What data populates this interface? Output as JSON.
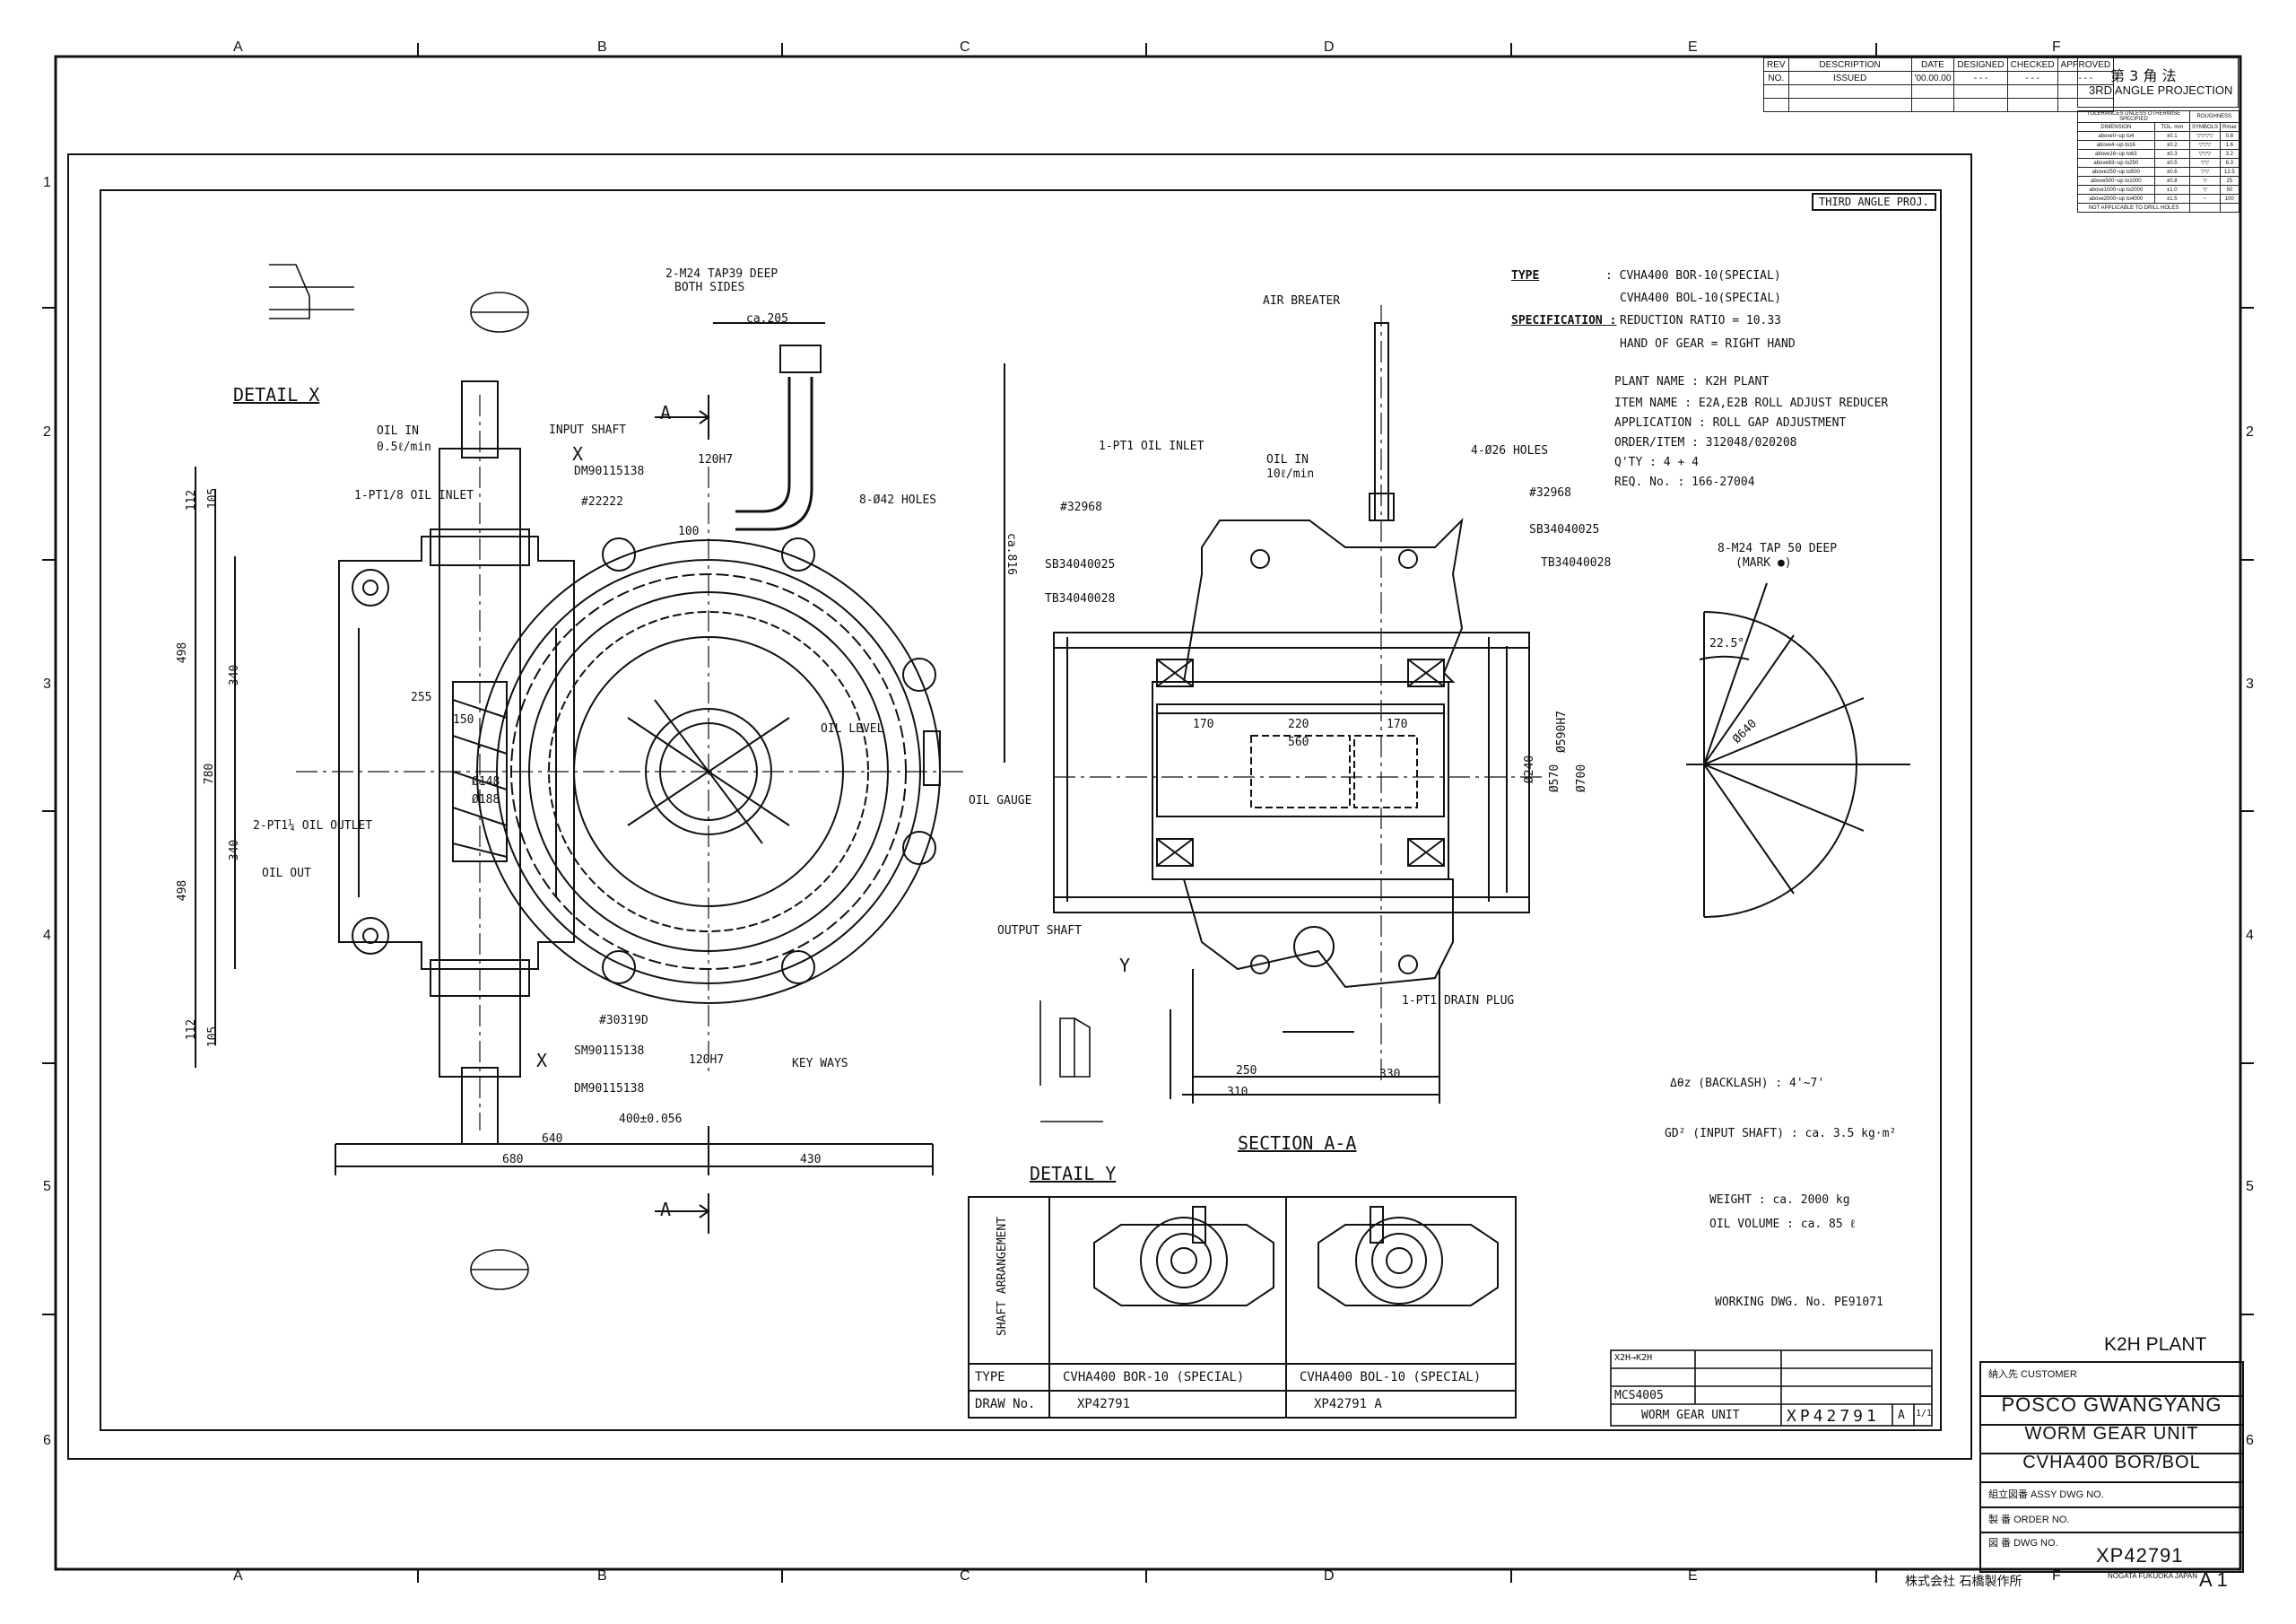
{
  "sheet": {
    "zone_letters": [
      "A",
      "B",
      "C",
      "D",
      "E",
      "F"
    ],
    "zone_numbers": [
      "1",
      "2",
      "3",
      "4",
      "5",
      "6"
    ],
    "sheet_size": "A 1",
    "maker": "株式会社 石橋製作所",
    "maker_en": "NOGATA FUKUOKA JAPAN"
  },
  "revision": {
    "headers": [
      "REV",
      "DESCRIPTION",
      "DATE",
      "DESIGNED",
      "CHECKED",
      "APPROVED"
    ],
    "row": [
      "NO.",
      "ISSUED",
      "'00.00.00",
      "- - -",
      "- - -",
      "- - -"
    ]
  },
  "projection": {
    "jp": "第 3 角 法",
    "en": "3RD ANGLE PROJECTION"
  },
  "tolerances": {
    "title": "TOLERANCES UNLESS OTHERWISE SPECIFIED",
    "roughness": "ROUGHNESS",
    "headers": [
      "DIMENSION",
      "TOL. mm",
      "SYMBOLS",
      "Rmax"
    ],
    "rows": [
      [
        "above0~up to4",
        "±0.1",
        "▽▽▽▽",
        "0.8"
      ],
      [
        "above4~up to16",
        "±0.2",
        "▽▽▽",
        "1.6"
      ],
      [
        "above16~up to63",
        "±0.3",
        "▽▽▽",
        "3.2"
      ],
      [
        "above63~up to250",
        "±0.5",
        "▽▽",
        "6.3"
      ],
      [
        "above250~up to500",
        "±0.6",
        "▽▽",
        "12.5"
      ],
      [
        "above500~up to1000",
        "±0.8",
        "▽",
        "25"
      ],
      [
        "above1000~up to2000",
        "±1.0",
        "▽",
        "50"
      ],
      [
        "above2000~up to4000",
        "±1.5",
        "~",
        "100"
      ]
    ],
    "note": "NOT APPLICABLE TO DRILL HOLES"
  },
  "drawing": {
    "third_angle": "THIRD ANGLE PROJ.",
    "detail_x": "DETAIL X",
    "detail_y": "DETAIL Y",
    "section_aa": "SECTION A-A",
    "spec": {
      "type_label": "TYPE",
      "type1": ": CVHA400 BOR-10(SPECIAL)",
      "type2": "CVHA400 BOL-10(SPECIAL)",
      "spec_label": "SPECIFICATION :",
      "ratio": "REDUCTION RATIO = 10.33",
      "hand": "HAND OF GEAR = RIGHT HAND",
      "plant": "PLANT NAME : K2H PLANT",
      "item": "ITEM NAME : E2A,E2B ROLL ADJUST REDUCER",
      "application": "APPLICATION : ROLL GAP ADJUSTMENT",
      "order": "ORDER/ITEM : 312048/020208",
      "qty": "Q'TY : 4 + 4",
      "req": "REQ. No. : 166-27004"
    },
    "tap": "8-M24 TAP 50 DEEP",
    "tap_mark": "(MARK ●)",
    "backlash": "Δθz (BACKLASH) : 4'~7'",
    "gd2": "GD² (INPUT SHAFT) : ca. 3.5 kg·m²",
    "weight": "WEIGHT : ca. 2000 kg",
    "oil_volume": "OIL VOLUME : ca. 85 ℓ",
    "working_dwg": "WORKING DWG. No. PE91071",
    "labels": {
      "oil_in": "OIL IN",
      "oil_in_rate": "0.5ℓ/min",
      "input_shaft": "INPUT SHAFT",
      "oil_inlet": "1-PT1/8 OIL INLET",
      "tap39": "2-M24 TAP39 DEEP",
      "both_sides": "BOTH SIDES",
      "holes": "8-Ø42 HOLES",
      "oil_gauge": "OIL GAUGE",
      "oil_level": "OIL LEVEL",
      "oil_outlet": "2-PT1¼ OIL OUTLET",
      "oil_out": "OIL OUT",
      "key_ways": "KEY WAYS",
      "air_breater": "AIR BREATER",
      "output_shaft": "OUTPUT SHAFT",
      "drain": "1-PT1 DRAIN PLUG",
      "holes4": "4-Ø26 HOLES",
      "b32968": "#32968",
      "sb": "SB34040025",
      "tb": "TB34040028",
      "dm": "DM90115138",
      "sm": "SM90115138",
      "b22222": "#22222",
      "b30319": "#30319D",
      "inlet2": "1-PT1 OIL INLET",
      "oil_in2": "OIL IN",
      "oil_in2_rate": "10ℓ/min",
      "arrow_a": "A",
      "x": "X",
      "y": "Y"
    },
    "dims": {
      "d640": "640",
      "d680": "680",
      "d430": "430",
      "d400": "400±0.056",
      "d120": "120H7",
      "d100": "100",
      "d170": "170",
      "d220": "220",
      "d560": "560",
      "d310": "310",
      "d330": "330",
      "d250": "250",
      "d205": "ca.205",
      "d816": "ca.816",
      "d498": "498",
      "d340": "340",
      "d780": "780",
      "d105": "105",
      "d112": "112",
      "d150": "150",
      "d255": "255",
      "d148": "Ø148",
      "d188": "Ø188",
      "d240": "Ø240",
      "d570": "Ø570",
      "d700": "Ø700",
      "d640c": "Ø640",
      "d225": "22.5°",
      "d590": "Ø590H7"
    }
  },
  "arrangement": {
    "heading": "SHAFT ARRANGEMENT",
    "type_label": "TYPE",
    "draw_label": "DRAW No.",
    "col1_type": "CVHA400 BOR-10 (SPECIAL)",
    "col1_draw": "XP42791",
    "col2_type": "CVHA400 BOL-10 (SPECIAL)",
    "col2_draw": "XP42791 A"
  },
  "inner_title": {
    "rev_note": "X2H→K2H",
    "dwg_code": "MCS4005",
    "name": "WORM GEAR UNIT",
    "number": "XP42791",
    "rev": "A",
    "sheet": "1/1"
  },
  "title_block": {
    "plant": "K2H PLANT",
    "customer_label": "納入先 CUSTOMER",
    "customer": "POSCO GWANGYANG",
    "product": "WORM GEAR UNIT",
    "model": "CVHA400 BOR/BOL",
    "assy_label": "組立図番 ASSY DWG NO.",
    "order_label": "製 番 ORDER NO.",
    "dwg_label": "図 番 DWG NO.",
    "dwg_no": "XP42791"
  }
}
